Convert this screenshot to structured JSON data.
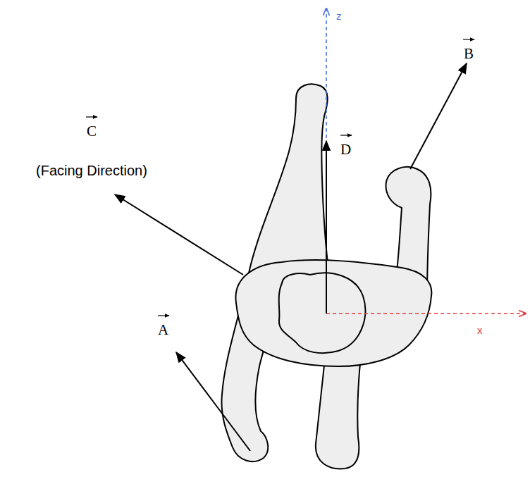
{
  "diagram": {
    "labels": [
      "z",
      "B",
      "C",
      "(Facing Direction)",
      "D",
      "A",
      "x"
    ]
  }
}
